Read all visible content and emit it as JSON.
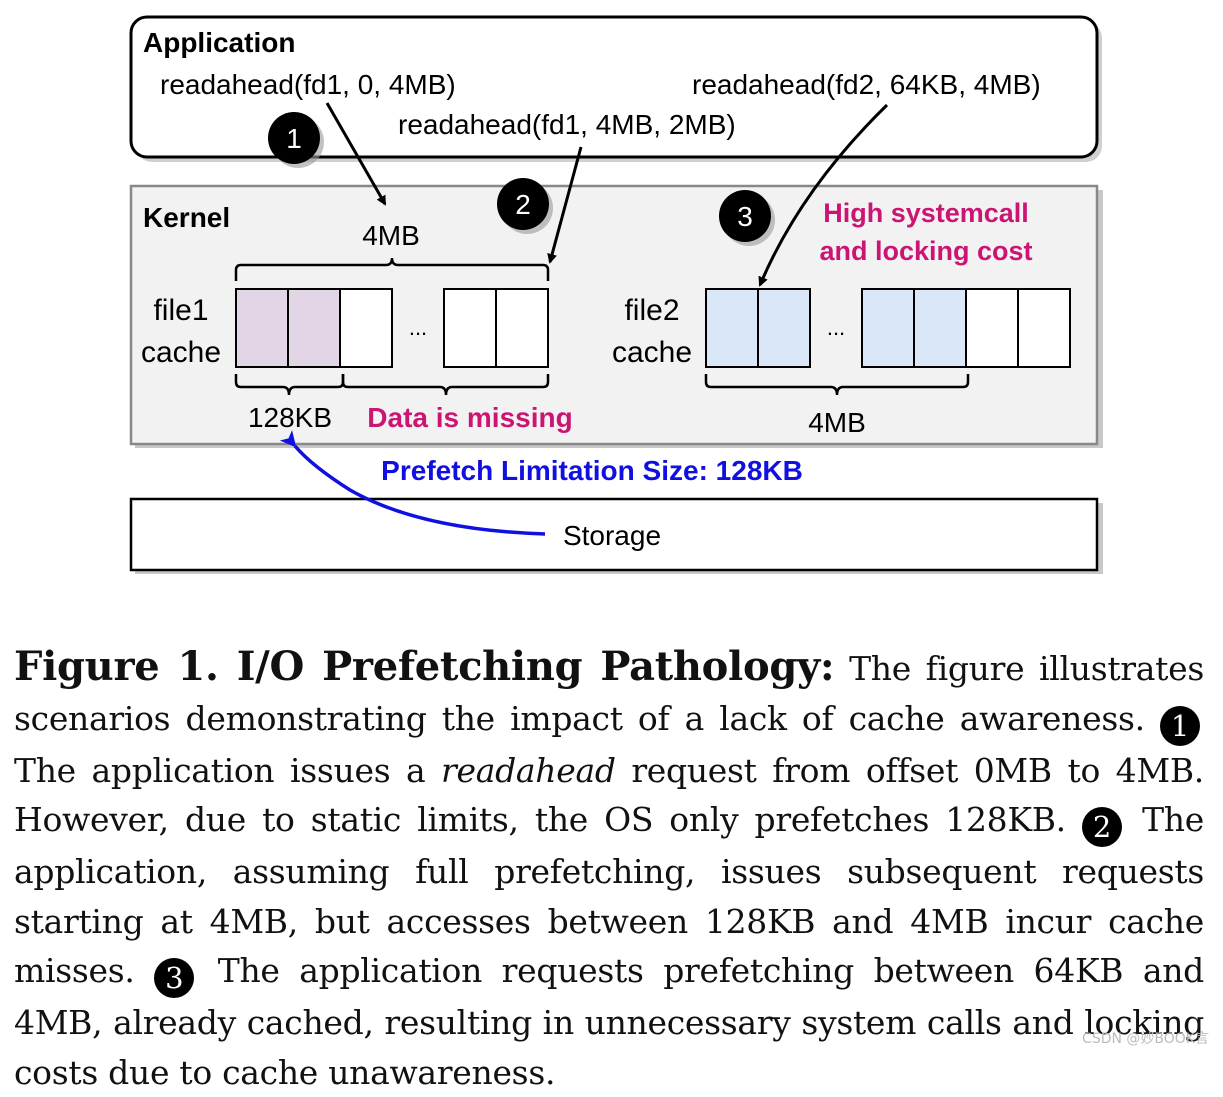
{
  "diagram": {
    "application_label": "Application",
    "call_1": "readahead(fd1, 0, 4MB)",
    "call_2": "readahead(fd1, 4MB, 2MB)",
    "call_3": "readahead(fd2, 64KB, 4MB)",
    "kernel_label": "Kernel",
    "marker_1": "1",
    "marker_2": "2",
    "marker_3": "3",
    "file1_size_label": "4MB",
    "file1_label_line1": "file1",
    "file1_label_line2": "cache",
    "file2_label_line1": "file2",
    "file2_label_line2": "cache",
    "ellipsis": "...",
    "prefetched_label": "128KB",
    "missing_label": "Data is missing",
    "cost_line1": "High systemcall",
    "cost_line2": "and locking cost",
    "file2_size_label": "4MB",
    "prefetch_limit_label": "Prefetch Limitation Size: 128KB",
    "storage_label": "Storage",
    "colors": {
      "prefetched_block": "#e2d6e6",
      "cached_block": "#d9e7f8",
      "kernel_bg": "#f2f2f2",
      "highlight_text": "#cc1473",
      "prefetch_arrow": "#1010e0"
    }
  },
  "caption": {
    "figure_title": "Figure 1. I/O Prefetching Pathology:",
    "intro": " The figure illustrates scenarios demonstrating the impact of a lack of cache awareness. ",
    "step1_marker": "1",
    "step1_a": " The application issues a ",
    "step1_emph": "readahead",
    "step1_b": " request from offset 0MB to 4MB. However, due to static limits, the OS only prefetches 128KB. ",
    "step2_marker": "2",
    "step2_text": " The application, assuming full prefetching, issues subsequent requests starting at 4MB, but accesses between 128KB and 4MB incur cache misses. ",
    "step3_marker": "3",
    "step3_text": " The application requests prefetching between 64KB and 4MB, already cached, resulting in unnecessary system calls and locking costs due to cache unawareness."
  },
  "watermark": "CSDN @妙BOOK言"
}
